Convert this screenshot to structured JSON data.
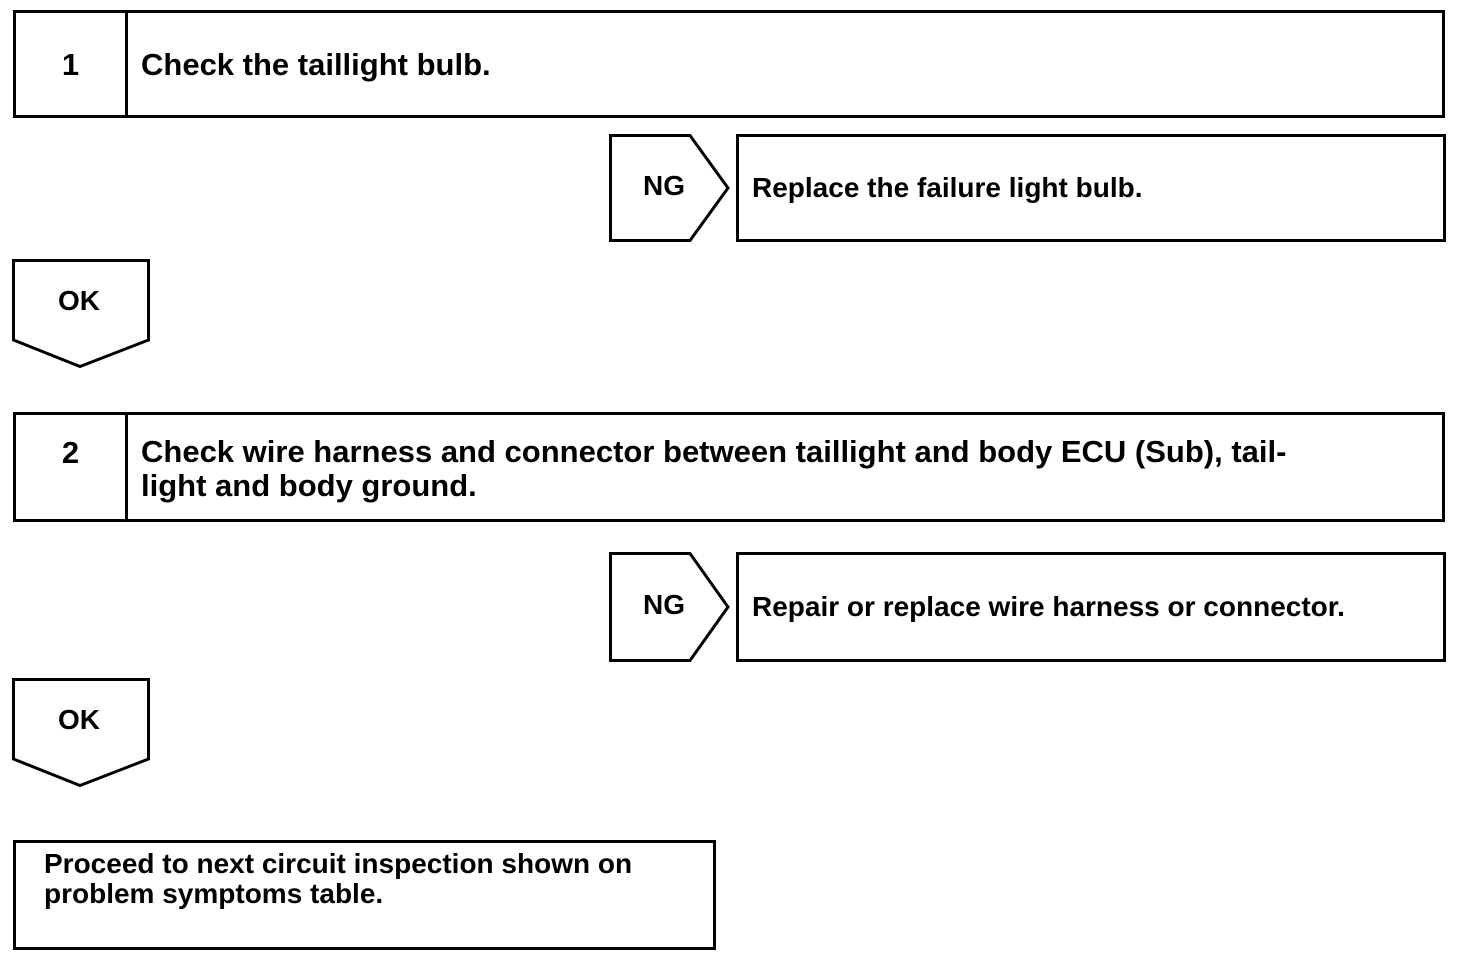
{
  "steps": [
    {
      "number": "1",
      "text": "Check the taillight bulb."
    },
    {
      "number": "2",
      "text": "Check wire harness and connector between taillight and body ECU (Sub), tail-\nlight and body ground."
    }
  ],
  "ng_branches": [
    {
      "label": "NG",
      "action": "Replace the failure light bulb."
    },
    {
      "label": "NG",
      "action": "Repair or replace wire harness or connector."
    }
  ],
  "ok_arrows": [
    {
      "label": "OK"
    },
    {
      "label": "OK"
    }
  ],
  "final_step": {
    "text": "Proceed to next circuit inspection shown on\nproblem symptoms table."
  }
}
